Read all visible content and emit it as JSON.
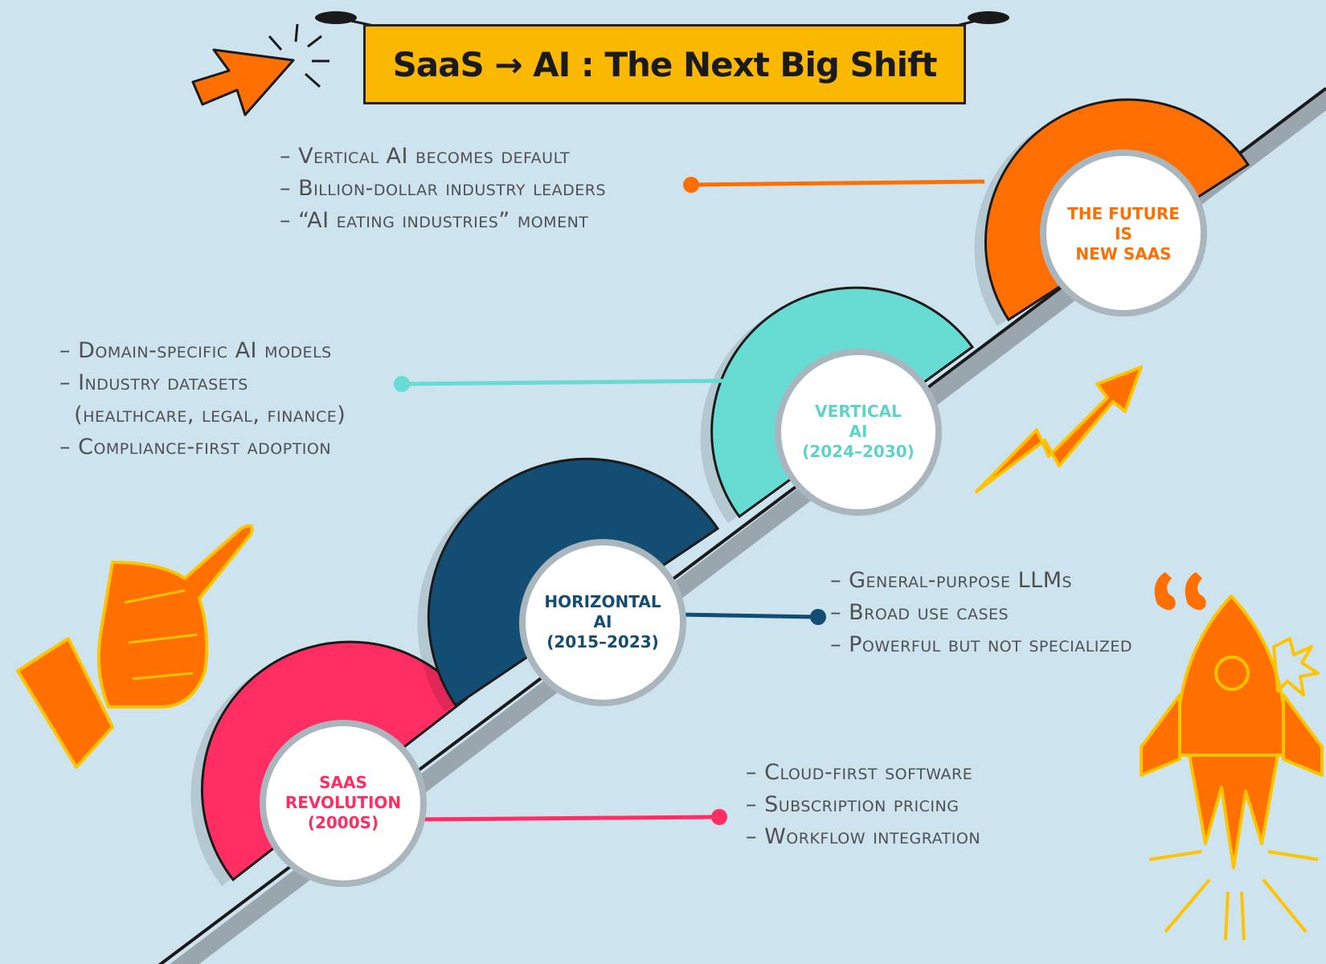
{
  "title": "SaaS → AI : The Next Big Shift",
  "colors": {
    "background": "#cde4ef",
    "banner": "#fbb800",
    "saas": "#ff2d62",
    "horizontal": "#134d73",
    "vertical": "#66dcd2",
    "future": "#ff6e00",
    "accent": "#ff7000",
    "accent_outline": "#ffc400",
    "text": "#505050"
  },
  "stages": [
    {
      "id": "saas",
      "label_lines": [
        "SAAS",
        "REVOLUTION",
        "(2000s)"
      ],
      "bullets": [
        "Cloud-first software",
        "Subscription pricing",
        "Workflow integration"
      ]
    },
    {
      "id": "horizontal",
      "label_lines": [
        "HORIZONTAL",
        "AI",
        "(2015–2023)"
      ],
      "bullets": [
        "General-purpose LLMs",
        "Broad use cases",
        "Powerful but not specialized"
      ]
    },
    {
      "id": "vertical",
      "label_lines": [
        "VERTICAL",
        "AI",
        "(2024–2030)"
      ],
      "bullets": [
        "Domain-specific AI models",
        "Industry datasets",
        "(healthcare, legal, finance)",
        "Compliance-first adoption"
      ]
    },
    {
      "id": "future",
      "label_lines": [
        "THE FUTURE",
        "IS",
        "NEW SAAS"
      ],
      "bullets": [
        "Vertical AI becomes default",
        "Billion-dollar industry leaders",
        "“AI eating industries” moment"
      ]
    }
  ],
  "icons": [
    "cursor-arrow-icon",
    "pointing-hand-icon",
    "lightning-arrow-icon",
    "quote-mark-icon",
    "rocket-icon",
    "spark-icon"
  ]
}
